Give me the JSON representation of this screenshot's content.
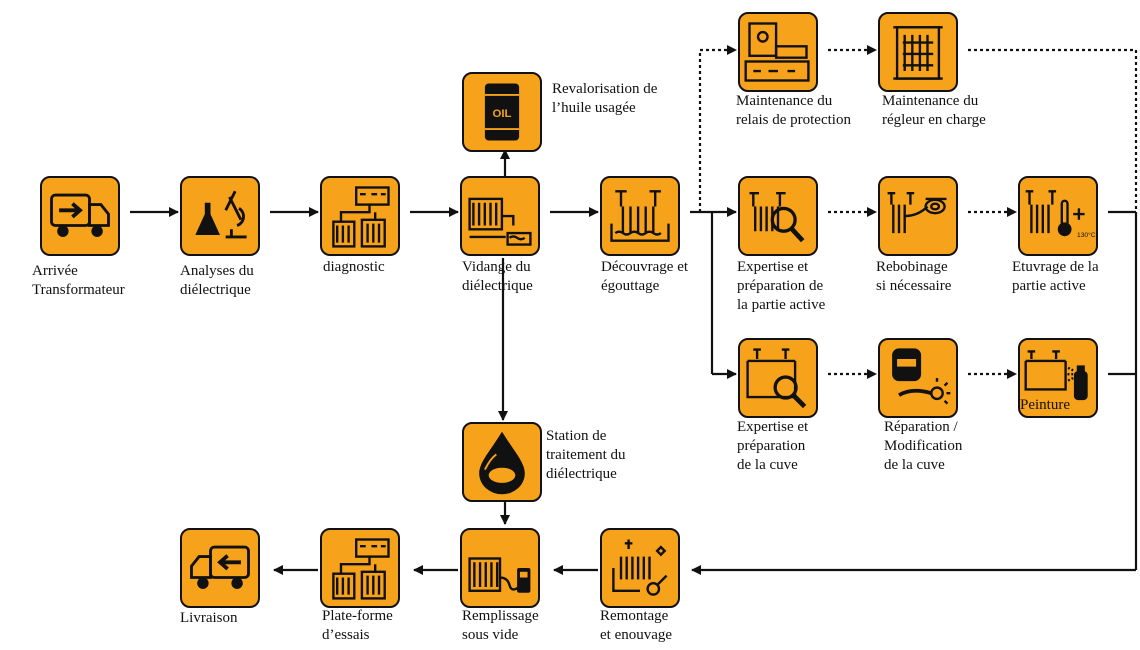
{
  "nodes": {
    "arrivee": {
      "lines": [
        "Arrivée",
        "Transformateur"
      ],
      "icon": "truck-arrow-right-icon"
    },
    "analyses": {
      "lines": [
        "Analyses du",
        "diélectrique"
      ],
      "icon": "flask-microscope-icon"
    },
    "diagnostic": {
      "lines": [
        "diagnostic"
      ],
      "icon": "test-bench-icon"
    },
    "vidange": {
      "lines": [
        "Vidange du",
        "diélectrique"
      ],
      "icon": "drain-oil-icon"
    },
    "revalorisation": {
      "lines": [
        "Revalorisation de",
        "l’huile usagée"
      ],
      "icon": "oil-barrel-icon",
      "barrel_text": "OIL"
    },
    "decouvrage": {
      "lines": [
        "Découvrage et",
        "égouttage"
      ],
      "icon": "active-part-lift-icon"
    },
    "maint_relais": {
      "lines": [
        "Maintenance du",
        "relais de protection"
      ],
      "icon": "relay-device-icon"
    },
    "maint_regleur": {
      "lines": [
        "Maintenance du",
        "régleur en charge"
      ],
      "icon": "tap-changer-icon"
    },
    "expertise_partie": {
      "lines": [
        "Expertise et",
        "préparation de",
        "la partie active"
      ],
      "icon": "coil-magnifier-icon"
    },
    "rebobinage": {
      "lines": [
        "Rebobinage",
        "si nécessaire"
      ],
      "icon": "rewinding-icon"
    },
    "etuvrage": {
      "lines": [
        "Etuvrage de la",
        "partie active"
      ],
      "icon": "oven-thermometer-icon",
      "thermo_text": "130°C"
    },
    "expertise_cuve": {
      "lines": [
        "Expertise et",
        "préparation",
        "de la cuve"
      ],
      "icon": "tank-magnifier-icon"
    },
    "reparation": {
      "lines": [
        "Réparation /",
        "Modification",
        "de la cuve"
      ],
      "icon": "welding-icon"
    },
    "peinture": {
      "lines": [
        "Peinture"
      ],
      "icon": "spray-paint-icon"
    },
    "station": {
      "lines": [
        "Station de",
        "traitement du",
        "diélectrique"
      ],
      "icon": "oil-drop-icon"
    },
    "remontage": {
      "lines": [
        "Remontage",
        "et enouvage"
      ],
      "icon": "reassembly-icon"
    },
    "remplissage": {
      "lines": [
        "Remplissage",
        "sous vide"
      ],
      "icon": "vacuum-filling-icon"
    },
    "plateforme": {
      "lines": [
        "Plate-forme",
        "d’essais"
      ],
      "icon": "test-bench-icon"
    },
    "livraison": {
      "lines": [
        "Livraison"
      ],
      "icon": "truck-arrow-left-icon"
    }
  },
  "colors": {
    "box_fill": "#f7a21b",
    "outline": "#111111",
    "arrow": "#111111"
  }
}
